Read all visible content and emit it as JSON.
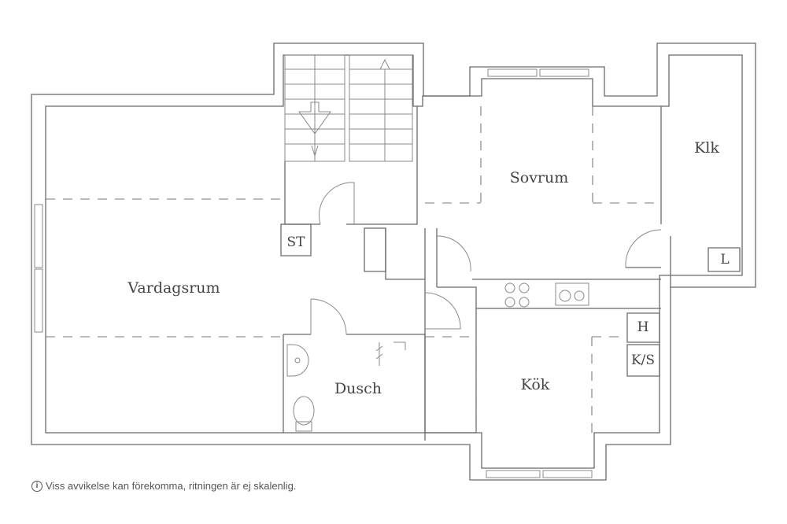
{
  "rooms": {
    "living": "Vardagsrum",
    "bedroom": "Sovrum",
    "walk_in_closet": "Klk",
    "shower": "Dusch",
    "kitchen": "Kök"
  },
  "fixtures": {
    "storage": "ST",
    "linen": "L",
    "hall_closet": "H",
    "fridge_freezer": "K/S"
  },
  "footer": {
    "info_icon": "info-circle-icon",
    "disclaimer": "Viss avvikelse kan förekomma, ritningen är ej skalenlig."
  }
}
